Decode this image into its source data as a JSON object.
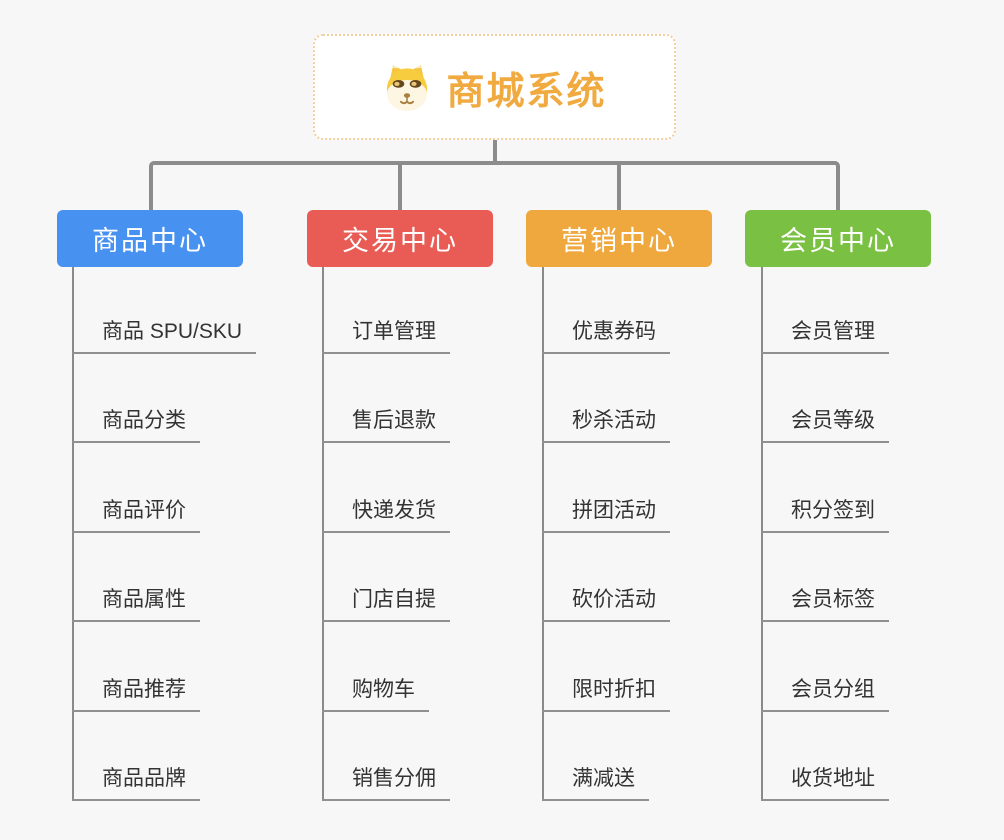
{
  "root": {
    "title": "商城系统",
    "icon": "dog-face-icon"
  },
  "colors": {
    "background": "#F7F7F7",
    "root_accent": "#F0AA3F",
    "root_border": "#F2CFA0",
    "connector": "#8C8C8C",
    "leaf_text": "#333333",
    "branch_product": "#4791F0",
    "branch_trade": "#E85C55",
    "branch_marketing": "#EEA83D",
    "branch_member": "#7AC143"
  },
  "branches": [
    {
      "label": "商品中心",
      "color": "#4791F0",
      "items": [
        "商品 SPU/SKU",
        "商品分类",
        "商品评价",
        "商品属性",
        "商品推荐",
        "商品品牌"
      ]
    },
    {
      "label": "交易中心",
      "color": "#E85C55",
      "items": [
        "订单管理",
        "售后退款",
        "快递发货",
        "门店自提",
        "购物车",
        "销售分佣"
      ]
    },
    {
      "label": "营销中心",
      "color": "#EEA83D",
      "items": [
        "优惠券码",
        "秒杀活动",
        "拼团活动",
        "砍价活动",
        "限时折扣",
        "满减送"
      ]
    },
    {
      "label": "会员中心",
      "color": "#7AC143",
      "items": [
        "会员管理",
        "会员等级",
        "积分签到",
        "会员标签",
        "会员分组",
        "收货地址"
      ]
    }
  ]
}
